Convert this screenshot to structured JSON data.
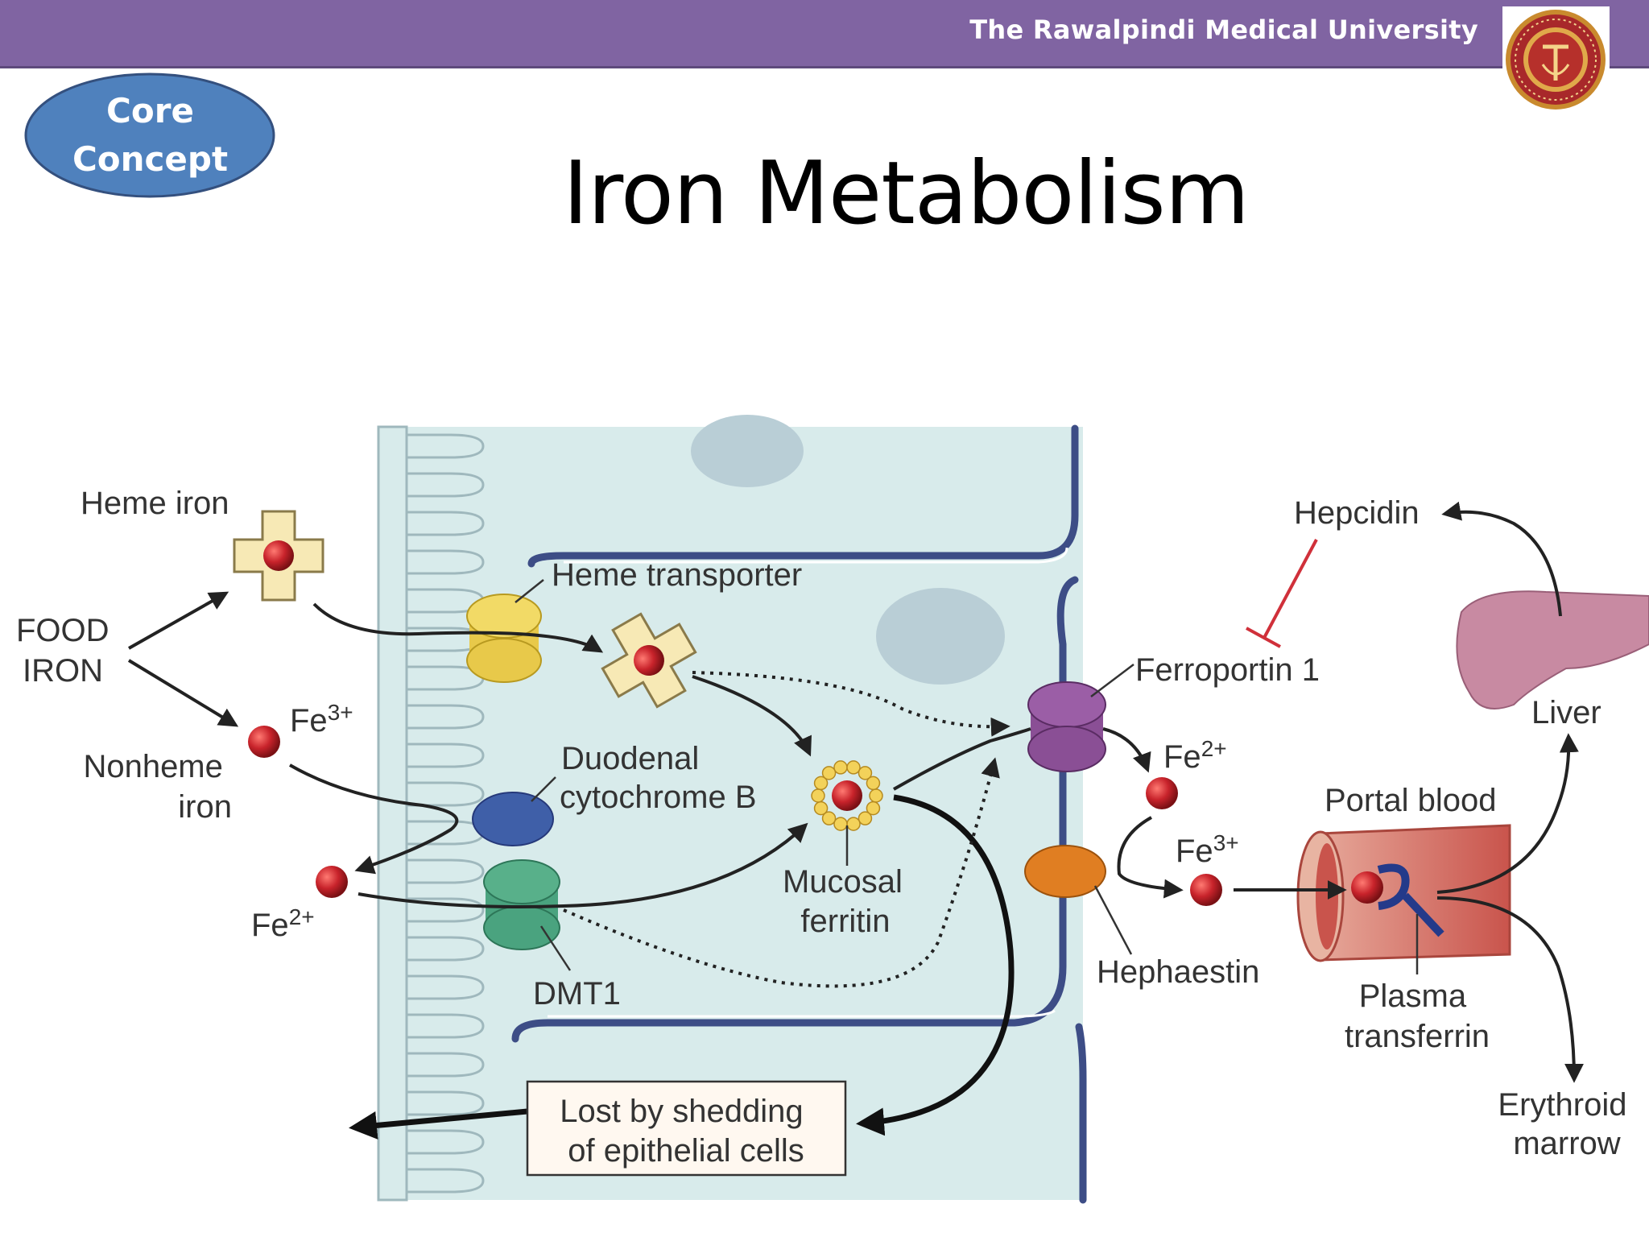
{
  "header": {
    "institution": "The Rawalpindi Medical University"
  },
  "badge": {
    "line1": "Core",
    "line2": "Concept"
  },
  "slide": {
    "title": "Iron Metabolism"
  },
  "diagram": {
    "food_iron": [
      "FOOD",
      "IRON"
    ],
    "heme_iron": "Heme iron",
    "nonheme_iron": [
      "Nonheme",
      "iron"
    ],
    "heme_transporter": "Heme transporter",
    "duodenal_cytochrome_b": [
      "Duodenal",
      "cytochrome B"
    ],
    "dmt1": "DMT1",
    "mucosal_ferritin": [
      "Mucosal",
      "ferritin"
    ],
    "ferroportin": "Ferroportin 1",
    "hepcidin": "Hepcidin",
    "liver": "Liver",
    "hephaestin": "Hephaestin",
    "portal_blood": "Portal blood",
    "plasma_transferrin": [
      "Plasma",
      "transferrin"
    ],
    "erythroid_marrow": [
      "Erythroid",
      "marrow"
    ],
    "lost_by_shedding": [
      "Lost by shedding",
      "of epithelial cells"
    ],
    "fe": "Fe",
    "charge_3": "3+",
    "charge_2": "2+"
  },
  "colors": {
    "header": "#8064a2",
    "badge": "#4f81bd",
    "cell": "#d8ebeb",
    "membrane": "#3d4d86",
    "iron": "#c0262b",
    "hepcidin_inhibition": "#d0303a"
  }
}
